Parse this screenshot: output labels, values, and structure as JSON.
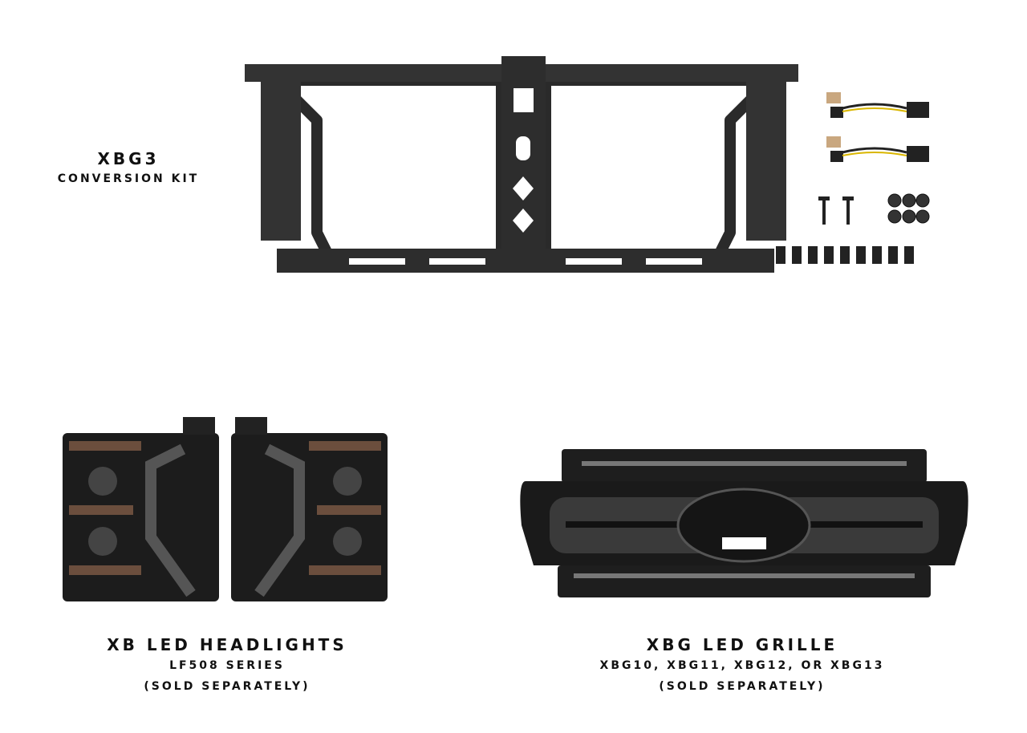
{
  "kit": {
    "title": "XBG3",
    "subtitle": "CONVERSION KIT"
  },
  "headlights": {
    "title": "XB LED HEADLIGHTS",
    "series": "LF508 SERIES",
    "note": "(SOLD SEPARATELY)"
  },
  "grille": {
    "title": "XBG LED GRILLE",
    "models": "XBG10, XBG11, XBG12, OR XBG13",
    "note": "(SOLD SEPARATELY)"
  }
}
